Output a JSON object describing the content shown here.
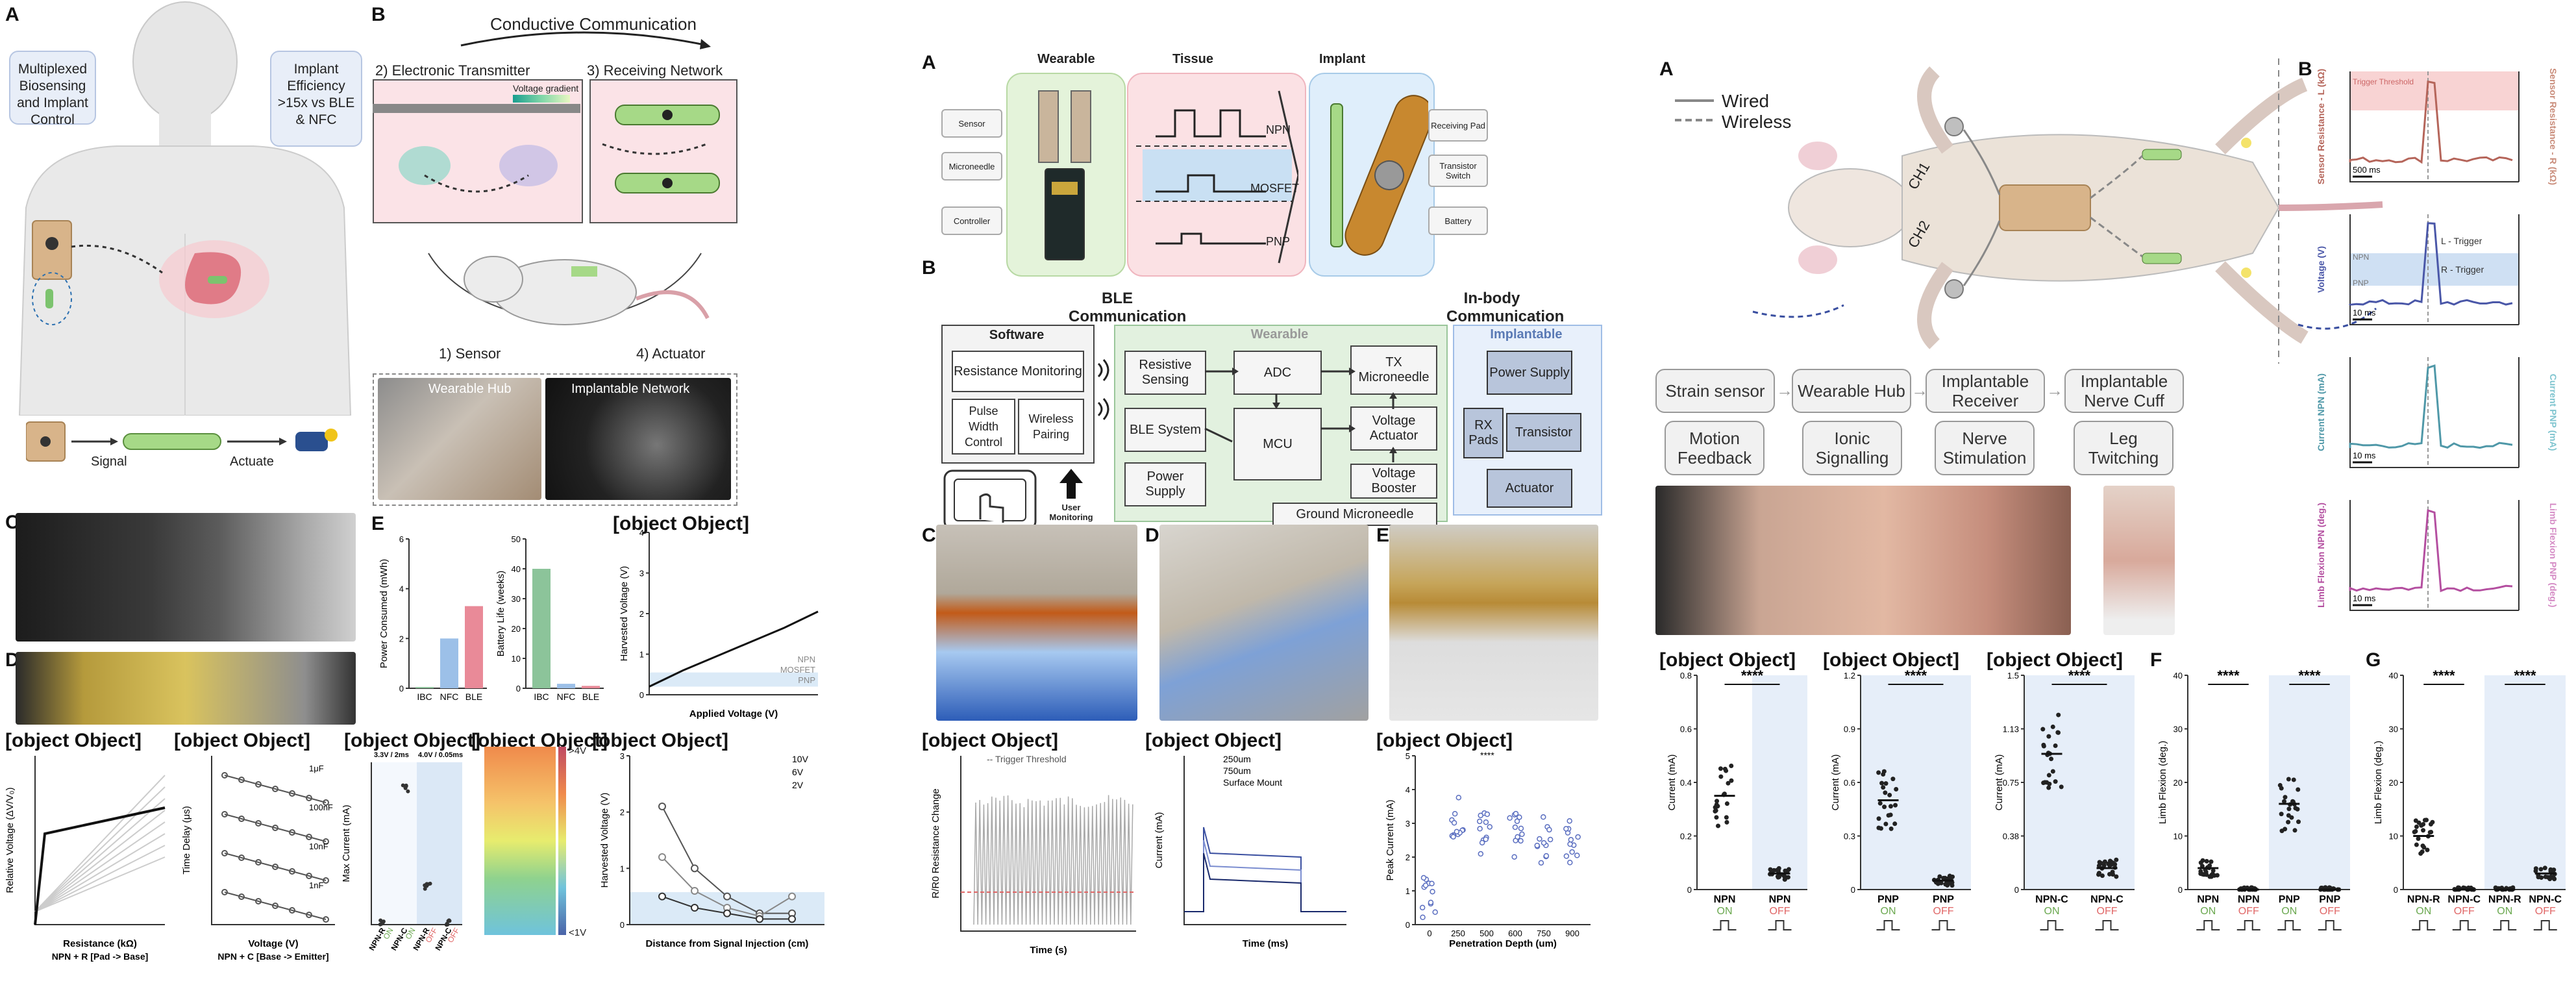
{
  "fig1": {
    "A": "A",
    "B": "B",
    "C": "C",
    "D": "D",
    "E": "E",
    "F": {
      "ylabel": "Harvested Voltage (V)",
      "xlabel": "Applied Voltage (V)",
      "bands": [
        "NPN",
        "MOSFET",
        "PNP"
      ]
    },
    "G": {
      "ylabel": "Relative Voltage (ΔV/V₀)",
      "xlabel": "Resistance (kΩ)",
      "sub": "NPN + R [Pad -> Base]"
    },
    "H": {
      "ylabel": "Time Delay (μs)",
      "xlabel": "Voltage (V)",
      "sub": "NPN + C [Base -> Emitter]",
      "legend": [
        "1μF",
        "100nF",
        "10nF",
        "1nF"
      ]
    },
    "I": {
      "ylabel": "Max Current (mA)",
      "top1": "3.3V / 2ms",
      "top2": "4.0V / 0.05ms",
      "cats": [
        "NPN-R",
        "NPN-C",
        "NPN-R",
        "NPN-C"
      ],
      "states": [
        "ON",
        "ON",
        "OFF",
        "OFF"
      ]
    },
    "J": {
      "scale_top": ">4V",
      "scale_bot": "<1V"
    },
    "K": {
      "ylabel": "Harvested Voltage (V)",
      "xlabel": "Distance from Signal Injection (cm)",
      "legend": [
        "10V",
        "6V",
        "2V"
      ]
    },
    "callout_left": "Multiplexed Biosensing and Implant Control",
    "callout_right": "Implant Efficiency >15x vs BLE & NFC",
    "signal": "Signal",
    "actuate": "Actuate",
    "conductive": "Conductive Communication",
    "transmitter": "2) Electronic Transmitter",
    "receiving": "3) Receiving Network",
    "voltage_gradient": "Voltage gradient",
    "sensor": "1) Sensor",
    "actuator": "4) Actuator",
    "wearable_hub": "Wearable Hub",
    "implant_net": "Implantable Network",
    "E_power": {
      "ylabel": "Power Consumed (mWh)",
      "categories": [
        "IBC",
        "NFC",
        "BLE"
      ]
    },
    "E_battery": {
      "ylabel": "Battery Life (weeks)",
      "categories": [
        "IBC",
        "NFC",
        "BLE"
      ]
    }
  },
  "fig2": {
    "A": "A",
    "B": "B",
    "C": "C",
    "D": "D",
    "E": "E",
    "F": {
      "ylabel": "R/R0 Resistance Change",
      "xlabel": "Time (s)",
      "legend": "Trigger Threshold"
    },
    "G": {
      "ylabel": "Current (mA)",
      "xlabel": "Time (ms)",
      "legend": [
        "250um",
        "750um",
        "Surface Mount"
      ]
    },
    "H": {
      "ylabel": "Peak Current (mA)",
      "xlabel": "Penetration Depth (um)",
      "sig": "****"
    },
    "wearable": "Wearable",
    "tissue": "Tissue",
    "implant": "Implant",
    "left_labels": [
      "Sensor",
      "Microneedle",
      "Controller"
    ],
    "right_labels": [
      "Receiving Pad",
      "Transistor Switch",
      "Battery"
    ],
    "sig_labels": [
      "NPN",
      "MOSFET",
      "PNP"
    ],
    "ble_comm": "BLE Communication",
    "inbody_comm": "In-body Communication",
    "software": "Software",
    "res_monitor": "Resistance Monitoring",
    "pwm": "Pulse Width Control",
    "wireless_pair": "Wireless Pairing",
    "user_monitor": "User Monitoring",
    "wearable_h": "Wearable",
    "implantable_h": "Implantable",
    "resistive": "Resistive Sensing",
    "adc": "ADC",
    "tx": "TX Microneedle",
    "ble_sys": "BLE System",
    "mcu": "MCU",
    "v_act": "Voltage Actuator",
    "power_sup": "Power Supply",
    "v_boost": "Voltage Booster",
    "ground": "Ground Microneedle",
    "imp_power": "Power Supply",
    "rx": "RX Pads",
    "transistor": "Transistor",
    "actuator": "Actuator"
  },
  "fig3": {
    "A": "A",
    "B": "B",
    "C": {
      "ylabel": "Current (mA)",
      "cats": [
        "NPN",
        "NPN"
      ],
      "states": [
        "ON",
        "OFF"
      ]
    },
    "D": {
      "ylabel": "Current (mA)",
      "cats": [
        "PNP",
        "PNP"
      ],
      "states": [
        "ON",
        "OFF"
      ]
    },
    "E": {
      "ylabel": "Current (mA)",
      "cats": [
        "NPN-C",
        "NPN-C"
      ],
      "states": [
        "ON",
        "OFF"
      ]
    },
    "F": "F",
    "G": "G",
    "wired": "Wired",
    "wireless": "Wireless",
    "ch1": "CH1",
    "ch2": "CH2",
    "row1": [
      "Strain sensor",
      "Wearable Hub",
      "Implantable Receiver",
      "Implantable Nerve Cuff"
    ],
    "row2": [
      "Motion Feedback",
      "Ionic Signalling",
      "Nerve Stimulation",
      "Leg Twitching"
    ],
    "B1": {
      "ylabel_l": "Sensor Resistance - L (kΩ)",
      "ylabel_r": "Sensor Resistance - R (kΩ)",
      "trig": "Trigger Threshold",
      "scale": "500 ms"
    },
    "B2": {
      "ylabel": "Voltage (V)",
      "lt": "L - Trigger",
      "rt": "R - Trigger",
      "npn": "NPN",
      "pnp": "PNP",
      "scale": "10 ms"
    },
    "B3": {
      "ylabel_l": "Current NPN (mA)",
      "ylabel_r": "Current PNP (mA)",
      "scale": "10 ms"
    },
    "B4": {
      "ylabel_l": "Limb Flexion NPN (deg.)",
      "ylabel_r": "Limb Flexion PNP (deg.)",
      "scale": "10 ms"
    },
    "sig": "****",
    "Fp": {
      "ylabel": "Limb Flexion (deg.)",
      "cats": [
        "NPN",
        "NPN",
        "PNP",
        "PNP"
      ],
      "states": [
        "ON",
        "OFF",
        "ON",
        "OFF"
      ]
    },
    "Gp": {
      "ylabel": "Limb Flexion (deg.)",
      "cats": [
        "NPN-R",
        "NPN-C",
        "NPN-R",
        "NPN-C"
      ],
      "states": [
        "ON",
        "OFF",
        "ON",
        "OFF"
      ]
    }
  },
  "chart_data": [
    {
      "type": "bar",
      "title": "",
      "ylabel": "Power Consumed (mWh)",
      "categories": [
        "IBC",
        "NFC",
        "BLE"
      ],
      "values": [
        0.05,
        2.0,
        3.3
      ],
      "ylim": [
        0,
        6
      ]
    },
    {
      "type": "bar",
      "title": "",
      "ylabel": "Battery Life (weeks)",
      "categories": [
        "IBC",
        "NFC",
        "BLE"
      ],
      "values": [
        40,
        1.5,
        0.8
      ],
      "ylim": [
        0,
        50
      ]
    },
    {
      "type": "line",
      "ylabel": "Harvested Voltage (V)",
      "xlabel": "Applied Voltage (V)",
      "x": [
        0,
        2,
        4,
        6,
        8,
        10
      ],
      "values": [
        0.2,
        0.6,
        0.95,
        1.3,
        1.65,
        2.05
      ],
      "ylim": [
        0,
        4
      ],
      "xlim": [
        0,
        10
      ]
    },
    {
      "type": "line",
      "ylabel": "Harvested Voltage (V)",
      "xlabel": "Distance from Signal Injection (cm)",
      "x": [
        2,
        3,
        4,
        5,
        6
      ],
      "series": [
        {
          "name": "10V",
          "values": [
            2.1,
            1.0,
            0.5,
            0.2,
            0.2
          ]
        },
        {
          "name": "6V",
          "values": [
            1.2,
            0.6,
            0.3,
            0.15,
            0.5
          ]
        },
        {
          "name": "2V",
          "values": [
            0.5,
            0.3,
            0.2,
            0.1,
            0.1
          ]
        }
      ],
      "ylim": [
        0,
        3
      ]
    },
    {
      "type": "scatter",
      "ylabel": "Peak Current (mA)",
      "xlabel": "Penetration Depth (um)",
      "categories": [
        "0",
        "250",
        "500",
        "600",
        "750",
        "900"
      ],
      "values": [
        0.7,
        3.3,
        2.7,
        2.6,
        2.5,
        2.5
      ],
      "ylim": [
        0,
        5
      ]
    },
    {
      "type": "scatter",
      "ylabel": "Current (mA)",
      "categories": [
        "NPN ON",
        "NPN OFF"
      ],
      "values": [
        0.35,
        0.06
      ],
      "ylim": [
        0,
        0.8
      ]
    },
    {
      "type": "scatter",
      "ylabel": "Current (mA)",
      "categories": [
        "PNP ON",
        "PNP OFF"
      ],
      "values": [
        0.5,
        0.05
      ],
      "ylim": [
        0,
        1.2
      ]
    },
    {
      "type": "scatter",
      "ylabel": "Current (mA)",
      "categories": [
        "NPN-C ON",
        "NPN-C OFF"
      ],
      "values": [
        0.95,
        0.15
      ],
      "ylim": [
        0,
        1.5
      ]
    },
    {
      "type": "scatter",
      "ylabel": "Limb Flexion (deg.)",
      "categories": [
        "NPN ON",
        "NPN OFF",
        "PNP ON",
        "PNP OFF"
      ],
      "values": [
        4,
        0,
        16,
        0
      ],
      "ylim": [
        0,
        40
      ]
    },
    {
      "type": "scatter",
      "ylabel": "Limb Flexion (deg.)",
      "categories": [
        "NPN-R ON",
        "NPN-C OFF",
        "NPN-R ON",
        "NPN-C OFF"
      ],
      "values": [
        10,
        0,
        0,
        3
      ],
      "ylim": [
        0,
        40
      ]
    }
  ]
}
